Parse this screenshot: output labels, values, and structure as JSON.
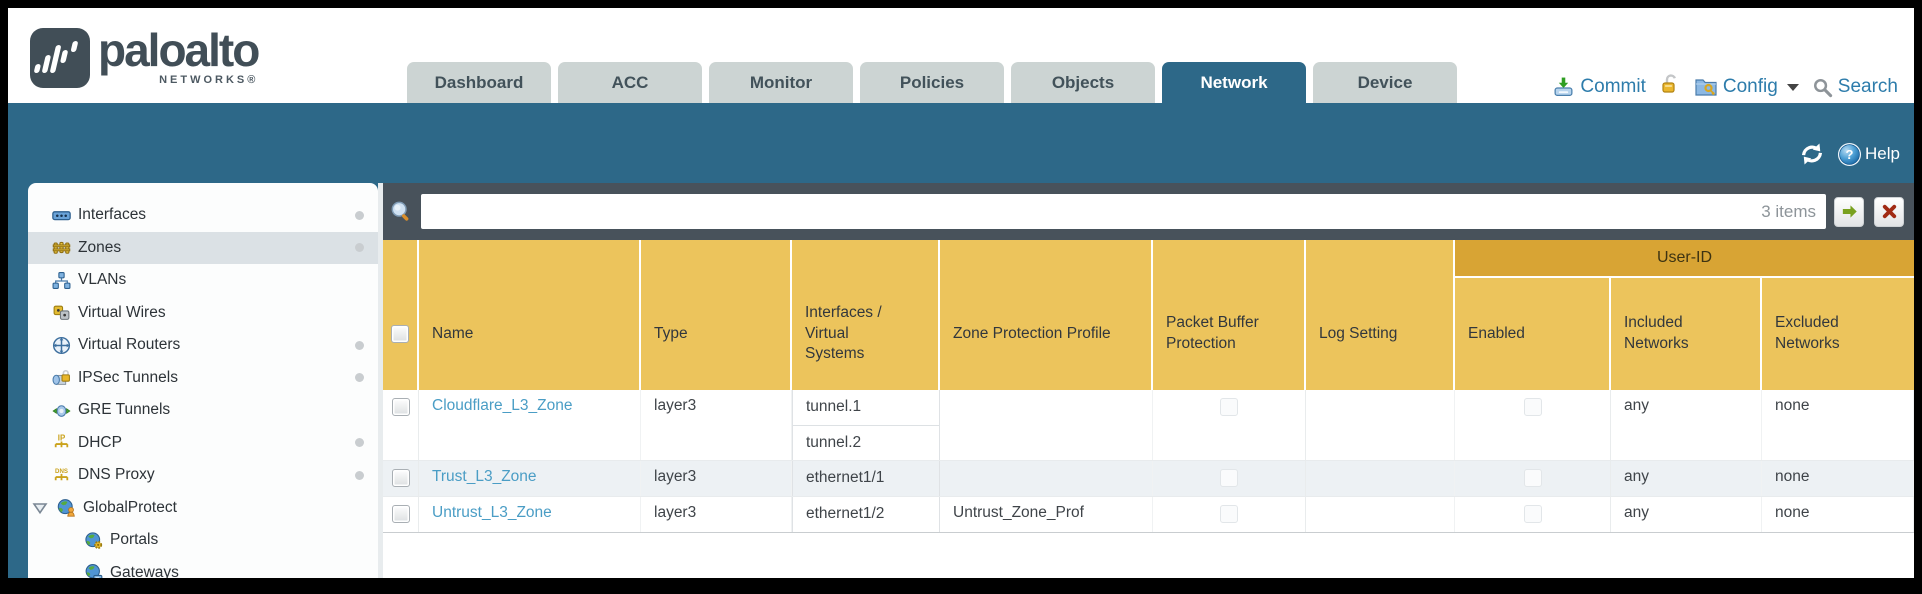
{
  "header": {
    "logo": {
      "brand": "paloalto",
      "sub": "NETWORKS®"
    },
    "tabs": [
      {
        "label": "Dashboard",
        "active": false
      },
      {
        "label": "ACC",
        "active": false
      },
      {
        "label": "Monitor",
        "active": false
      },
      {
        "label": "Policies",
        "active": false
      },
      {
        "label": "Objects",
        "active": false
      },
      {
        "label": "Network",
        "active": true
      },
      {
        "label": "Device",
        "active": false
      }
    ],
    "actions": {
      "commit": "Commit",
      "config": "Config",
      "search": "Search"
    }
  },
  "toolbar": {
    "help_label": "Help"
  },
  "sidebar": {
    "items": [
      {
        "label": "Interfaces",
        "icon": "interfaces-icon",
        "dot": true
      },
      {
        "label": "Zones",
        "icon": "zones-icon",
        "dot": true,
        "selected": true
      },
      {
        "label": "VLANs",
        "icon": "vlans-icon"
      },
      {
        "label": "Virtual Wires",
        "icon": "virtual-wires-icon"
      },
      {
        "label": "Virtual Routers",
        "icon": "virtual-routers-icon",
        "dot": true
      },
      {
        "label": "IPSec Tunnels",
        "icon": "ipsec-tunnels-icon",
        "dot": true
      },
      {
        "label": "GRE Tunnels",
        "icon": "gre-tunnels-icon"
      },
      {
        "label": "DHCP",
        "icon": "dhcp-icon",
        "dot": true
      },
      {
        "label": "DNS Proxy",
        "icon": "dns-proxy-icon",
        "dot": true
      },
      {
        "label": "GlobalProtect",
        "icon": "globalprotect-icon",
        "expanded": true
      },
      {
        "label": "Portals",
        "icon": "portals-icon",
        "child": true
      },
      {
        "label": "Gateways",
        "icon": "gateways-icon",
        "child": true
      }
    ]
  },
  "filter": {
    "value": "",
    "items_count": "3 items"
  },
  "table": {
    "group_header": "User-ID",
    "columns": [
      "",
      "Name",
      "Type",
      "Interfaces / Virtual Systems",
      "Zone Protection Profile",
      "Packet Buffer Protection",
      "Log Setting",
      "Enabled",
      "Included Networks",
      "Excluded Networks"
    ],
    "rows": [
      {
        "name": "Cloudflare_L3_Zone",
        "type": "layer3",
        "interfaces": [
          "tunnel.1",
          "tunnel.2"
        ],
        "zone_protection_profile": "",
        "log_setting": "",
        "included_networks": "any",
        "excluded_networks": "none"
      },
      {
        "name": "Trust_L3_Zone",
        "type": "layer3",
        "interfaces": [
          "ethernet1/1"
        ],
        "zone_protection_profile": "",
        "log_setting": "",
        "included_networks": "any",
        "excluded_networks": "none"
      },
      {
        "name": "Untrust_L3_Zone",
        "type": "layer3",
        "interfaces": [
          "ethernet1/2"
        ],
        "zone_protection_profile": "Untrust_Zone_Prof",
        "log_setting": "",
        "included_networks": "any",
        "excluded_networks": "none"
      }
    ]
  },
  "colors": {
    "band_teal": "#2d6888",
    "header_amber": "#ecc45c",
    "user_id_amber": "#d8a434",
    "filter_bar": "#48525b",
    "link_blue": "#4a9dc5"
  }
}
